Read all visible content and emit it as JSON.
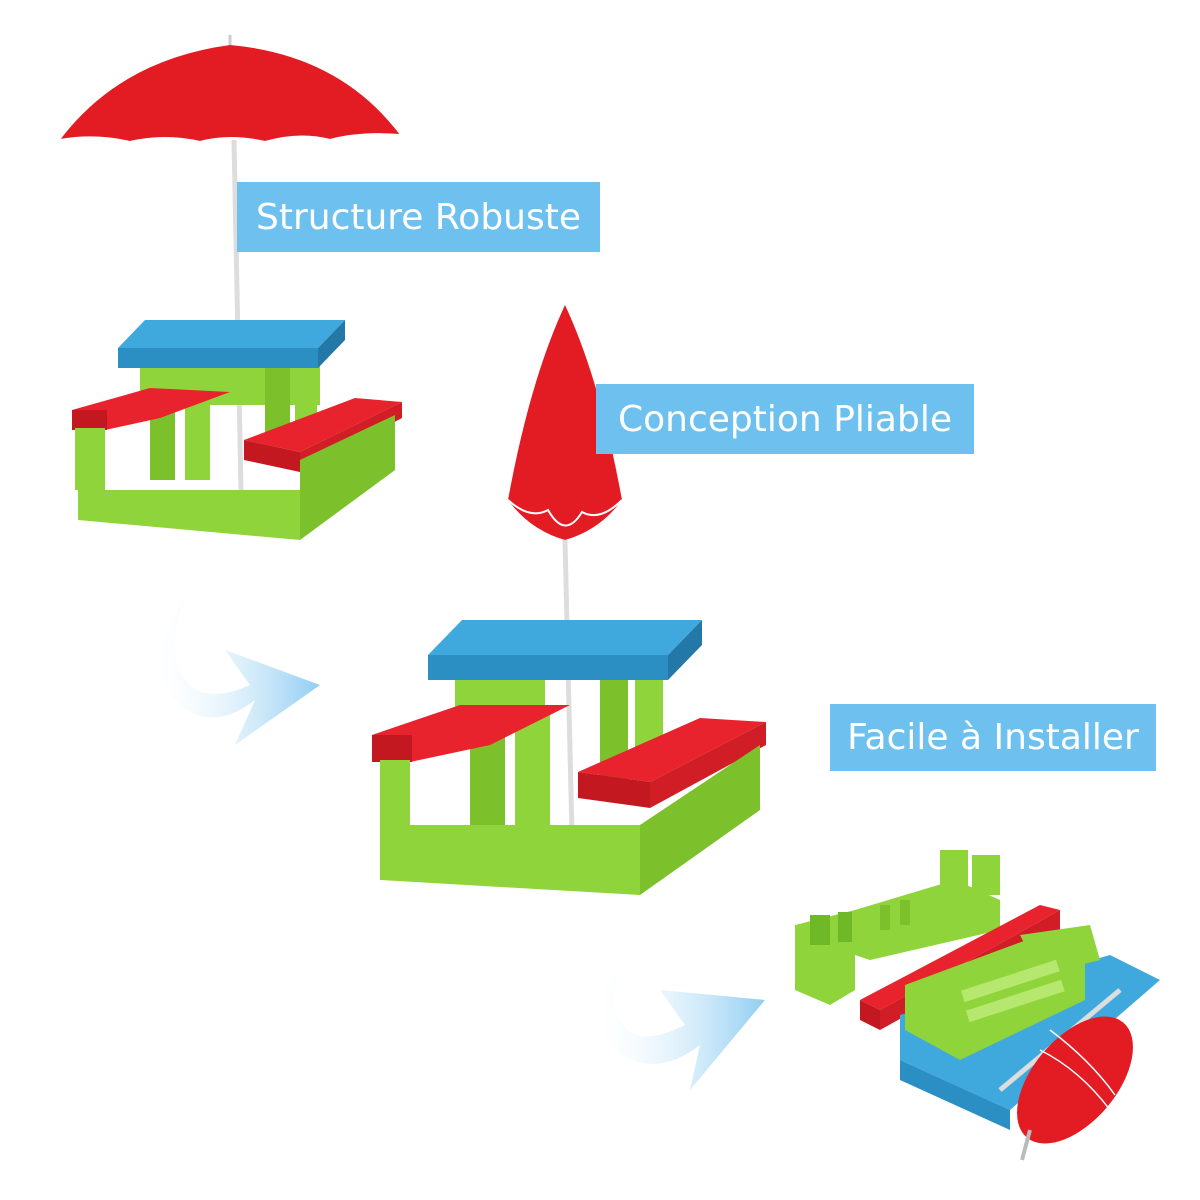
{
  "labels": {
    "structure": "Structure Robuste",
    "folding": "Conception Pliable",
    "install": "Facile à Installer"
  },
  "colors": {
    "label_bg": "#6ec1ef",
    "tabletop": "#3fa8dd",
    "bench": "#e8232d",
    "frame": "#8fd43a",
    "umbrella": "#e31b23",
    "arrow": "#8fcdf2"
  }
}
